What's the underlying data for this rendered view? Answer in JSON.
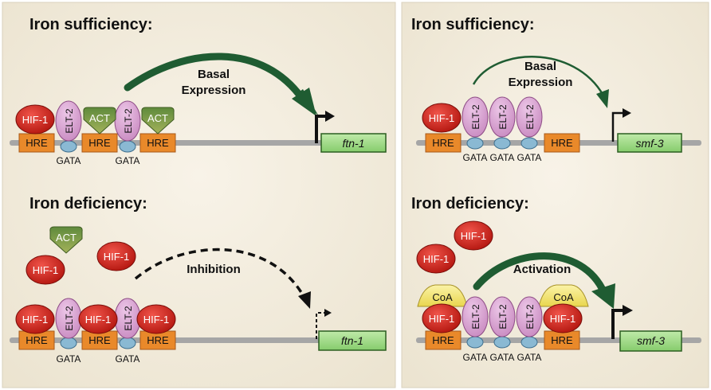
{
  "panels": {
    "ftn_sufficiency": {
      "title": "Iron sufficiency:",
      "arrow_label_1": "Basal",
      "arrow_label_2": "Expression",
      "gene": "ftn-1",
      "hif": "HIF-1",
      "elt": "ELT-2",
      "act": "ACT",
      "hre": "HRE",
      "gata": "GATA"
    },
    "ftn_deficiency": {
      "title": "Iron deficiency:",
      "arrow_label": "Inhibition",
      "gene": "ftn-1",
      "hif": "HIF-1",
      "elt": "ELT-2",
      "act": "ACT",
      "hre": "HRE",
      "gata": "GATA"
    },
    "smf_sufficiency": {
      "title": "Iron sufficiency:",
      "arrow_label_1": "Basal",
      "arrow_label_2": "Expression",
      "gene": "smf-3",
      "hif": "HIF-1",
      "elt": "ELT-2",
      "hre": "HRE",
      "gata": "GATA"
    },
    "smf_deficiency": {
      "title": "Iron deficiency:",
      "arrow_label": "Activation",
      "gene": "smf-3",
      "hif": "HIF-1",
      "elt": "ELT-2",
      "coa": "CoA",
      "hre": "HRE",
      "gata": "GATA"
    }
  },
  "colors": {
    "panel_bg": "#f1ebdc",
    "hif_red": "#d42a23",
    "elt_pink": "#d9a5d3",
    "act_green": "#7d9c48",
    "hre_orange": "#e9892a",
    "gata_blue": "#8ab9d3",
    "gene_green": "#9fd889",
    "coa_yellow": "#f3e57a",
    "arrow_green": "#1f5c32",
    "dna_gray": "#a6a6a6"
  }
}
